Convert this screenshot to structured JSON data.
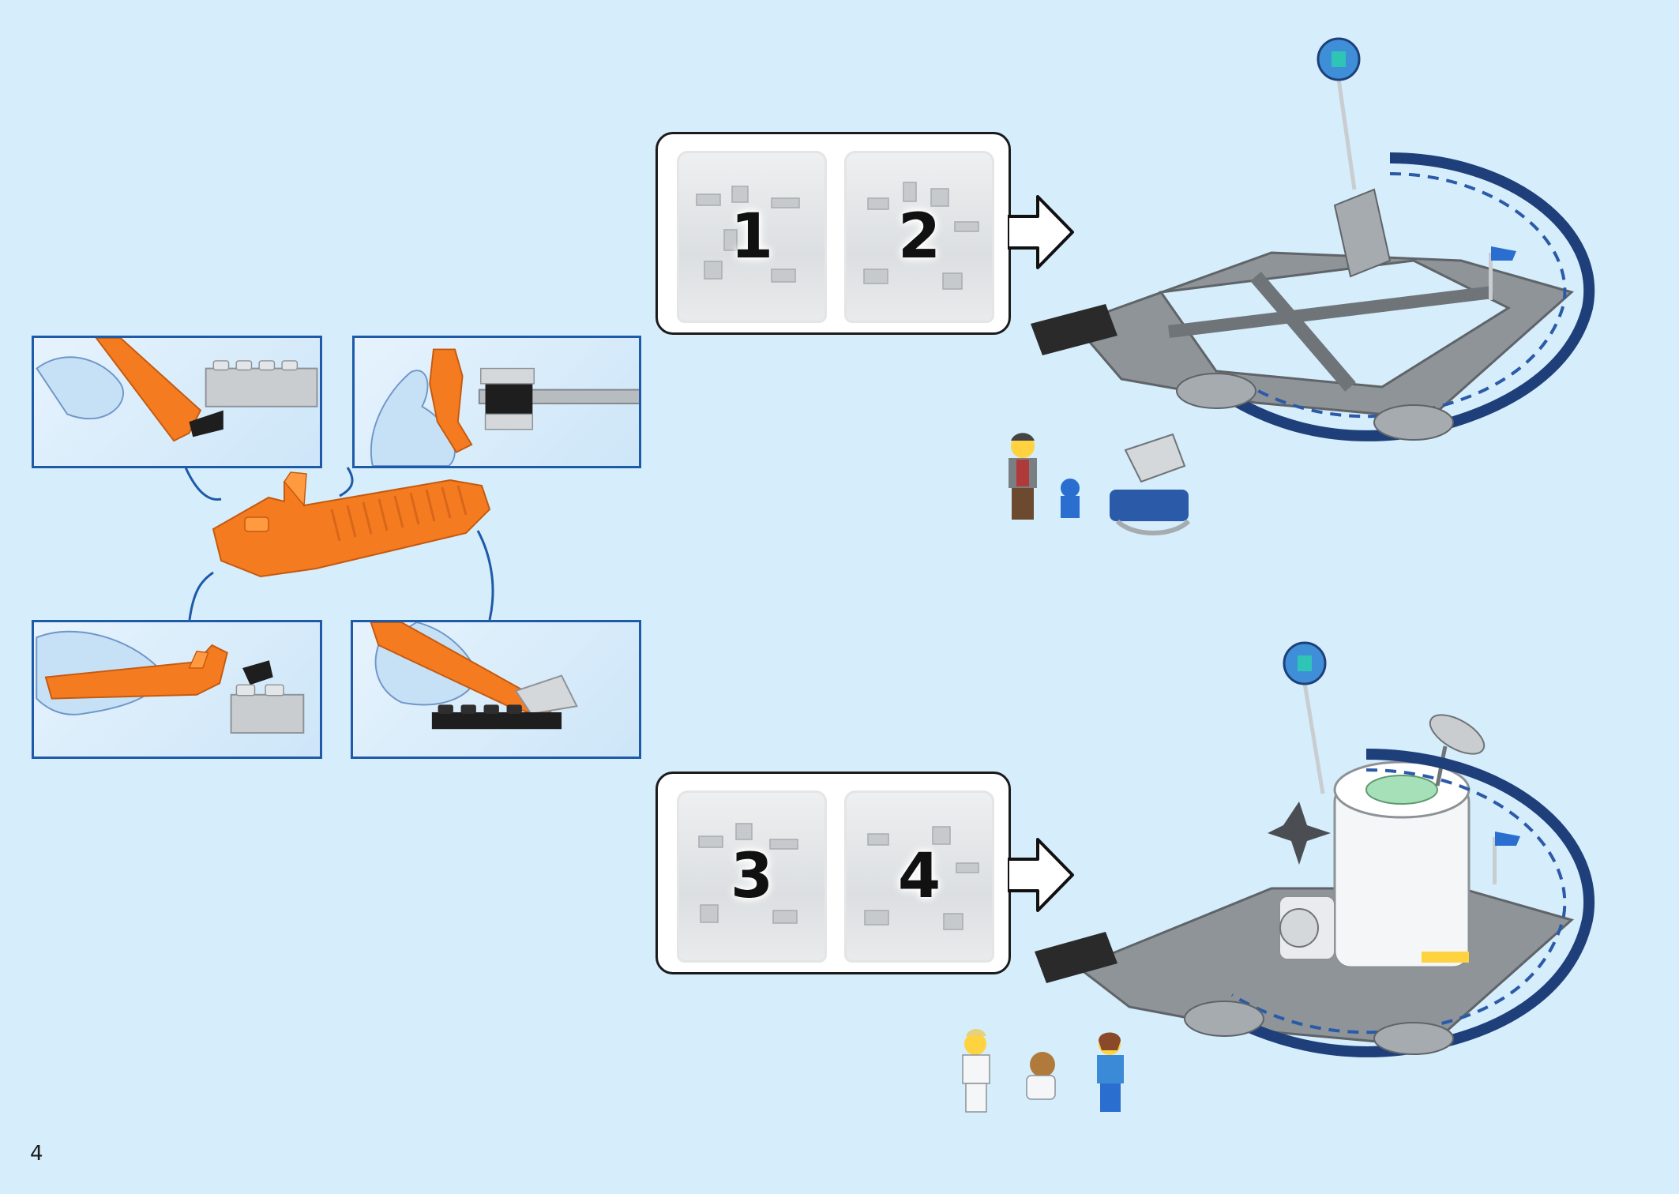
{
  "page": {
    "number": "4"
  },
  "steps": [
    {
      "bags": [
        "1",
        "2"
      ]
    },
    {
      "bags": [
        "3",
        "4"
      ]
    }
  ],
  "colors": {
    "background": "#d6edfb",
    "panel_border": "#1e5aa8",
    "brick_separator": "#f47b20",
    "track_blue": "#1f3f7a"
  }
}
